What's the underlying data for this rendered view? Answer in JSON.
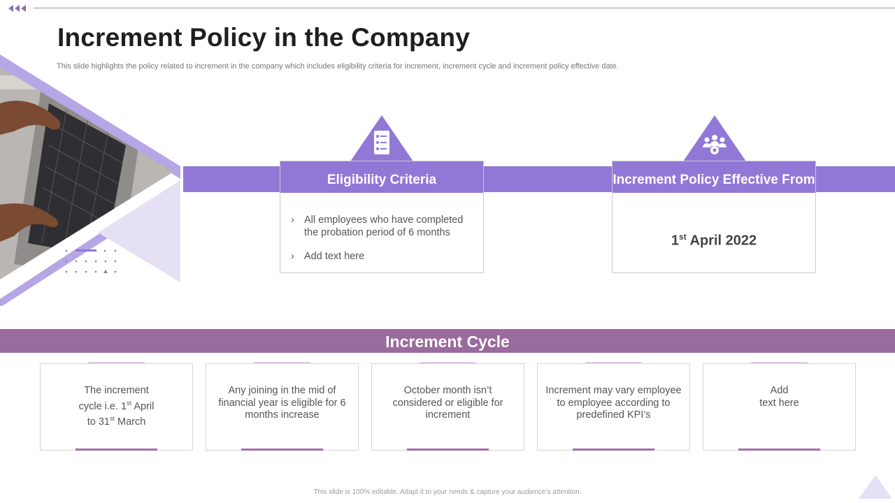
{
  "slide": {
    "title": "Increment Policy in the Company",
    "subtitle": "This slide highlights the policy related to increment in the company which includes eligibility criteria for increment, increment cycle and increment policy effective date.",
    "footer_note": "This slide is 100% editable. Adapt it to your needs & capture your audience’s attention."
  },
  "eligibility": {
    "heading": "Eligibility Criteria",
    "icon": "checklist-icon",
    "bullets": [
      "All employees who have completed the probation period of 6 months",
      "Add text here"
    ]
  },
  "effective": {
    "heading": "Increment Policy Effective From",
    "icon": "team-gear-icon",
    "date_day": "1",
    "date_suffix": "st",
    "date_rest": " April 2022"
  },
  "cycle": {
    "heading": "Increment Cycle",
    "items": [
      {
        "line1": "The increment",
        "line2a": "cycle i.e. 1",
        "line2sup": "st",
        "line2b": " April",
        "line3a": "to 31",
        "line3sup": "st",
        "line3b": " March"
      },
      {
        "text": "Any joining in the mid of financial year is eligible for 6 months increase"
      },
      {
        "text": "October month isn’t considered or eligible for increment"
      },
      {
        "text": "Increment may vary employee to employee according to predefined KPI’s"
      },
      {
        "line1": "Add",
        "line2": "text here"
      }
    ]
  },
  "colors": {
    "accent_purple": "#9178d6",
    "cycle_band": "#9a6b9e",
    "cap_light": "#e3cde6",
    "cap_dark": "#a56dab",
    "lavender": "#e6e0f5"
  }
}
